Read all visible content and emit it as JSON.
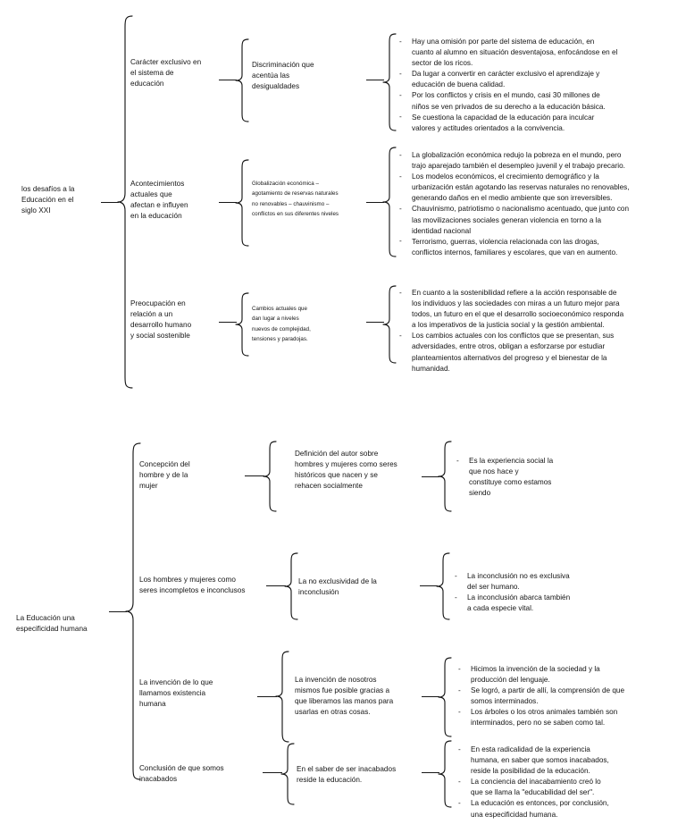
{
  "document": {
    "title": "Mapa conceptual - Desafios de la Educacion y la Educacion una especificidad humana",
    "page_background": "#ffffff",
    "line_color": "#171717",
    "text_color": "#141414"
  },
  "maps": [
    {
      "id": "map-1",
      "root": "los desafíos a la\nEducación en el\nsiglo XXI",
      "branches": [
        {
          "id": "branch-1-1",
          "level1": "Carácter exclusivo en\nel sistema de\neducación",
          "level2": "Discriminación que\nacentúa las\ndesigualdades",
          "level2_style": "normal",
          "bullets": [
            "Hay una omisión por parte del sistema de educación, en\ncuanto al alumno en situación desventajosa, enfocándose en el\nsector de los ricos.",
            "Da lugar a convertir en carácter exclusivo el aprendizaje y\neducación de buena calidad.",
            "Por los conflictos y crisis en el mundo, casi 30 millones de\nniños se ven privados de su derecho a la educación básica.",
            "Se cuestiona la capacidad de la educación para inculcar\nvalores y actitudes orientados a la convivencia."
          ]
        },
        {
          "id": "branch-1-2",
          "level1": "Acontecimientos\nactuales que\nafectan e influyen\nen la educación",
          "level2": "Globalización económica –\nagotamiento de reservas naturales\nno renovables – chauvinismo –\nconflictos en sus diferentes niveles",
          "level2_style": "small",
          "bullets": [
            "La globalización económica redujo la pobreza en el mundo, pero\ntrajo aparejado también el desempleo juvenil y el trabajo precario.",
            "Los modelos económicos, el crecimiento demográfico y la\nurbanización están agotando las reservas naturales no renovables,\ngenerando daños en el medio ambiente que son irreversibles.",
            "Chauvinismo, patriotismo o nacionalismo acentuado, que junto con\nlas movilizaciones sociales generan violencia en torno a la\nidentidad nacional",
            "Terrorismo, guerras, violencia relacionada con las drogas,\nconflictos internos, familiares y escolares, que van en aumento."
          ]
        },
        {
          "id": "branch-1-3",
          "level1": "Preocupación en\nrelación a un\ndesarrollo humano\ny social sostenible",
          "level2": "Cambios actuales que\ndan lugar a niveles\nnuevos de complejidad,\ntensiones y paradojas.",
          "level2_style": "small",
          "bullets": [
            "En cuanto a la sostenibilidad refiere a la acción responsable de\nlos individuos y las sociedades con miras a un futuro mejor para\ntodos, un futuro en el que el desarrollo socioeconómico responda\na los imperativos de la justicia social y la gestión ambiental.",
            "Los cambios actuales con los conflictos que se presentan, sus\nadversidades, entre otros, obligan a esforzarse por estudiar\nplanteamientos alternativos del progreso y el bienestar de la\nhumanidad."
          ]
        }
      ]
    },
    {
      "id": "map-2",
      "root": "La Educación una\nespecificidad humana",
      "branches": [
        {
          "id": "branch-2-1",
          "level1": "Concepción del\nhombre y de la\nmujer",
          "level2": "Definición del autor sobre\nhombres y mujeres como seres\nhistóricos que nacen y se\nrehacen socialmente",
          "level2_style": "normal",
          "bullets": [
            "Es la experiencia social la\nque nos hace y\nconstituye como estamos\nsiendo"
          ]
        },
        {
          "id": "branch-2-2",
          "level1": "Los hombres y mujeres como\nseres incompletos e inconclusos",
          "level2": "La no exclusividad de la\ninconclusión",
          "level2_style": "normal",
          "bullets": [
            "La inconclusión no es exclusiva\ndel ser humano.",
            "La inconclusión abarca también\na cada especie vital."
          ]
        },
        {
          "id": "branch-2-3",
          "level1": "La invención de lo que\nllamamos existencia\nhumana",
          "level2": "La invención de nosotros\nmismos fue posible gracias a\nque liberamos las manos para\nusarlas en otras cosas.",
          "level2_style": "normal",
          "bullets": [
            "Hicimos la invención de la sociedad y la\nproducción del lenguaje.",
            "Se logró, a partir de allí, la comprensión de que\nsomos interminados.",
            "Los árboles o los otros animales también son\ninterminados, pero no se saben como tal."
          ]
        },
        {
          "id": "branch-2-4",
          "level1": "Conclusión de que somos\ninacabados",
          "level2": "En el saber de ser inacabados\nreside la educación.",
          "level2_style": "normal",
          "bullets": [
            "En esta radicalidad de la experiencia\nhumana, en saber que somos inacabados,\nreside la posibilidad de la educación.",
            "La conciencia del inacabamiento creó lo\nque se llama la \"educabilidad del ser\".",
            "La educación es entonces, por conclusión,\nuna especificidad humana."
          ]
        }
      ]
    }
  ],
  "bullet_marker": "-"
}
